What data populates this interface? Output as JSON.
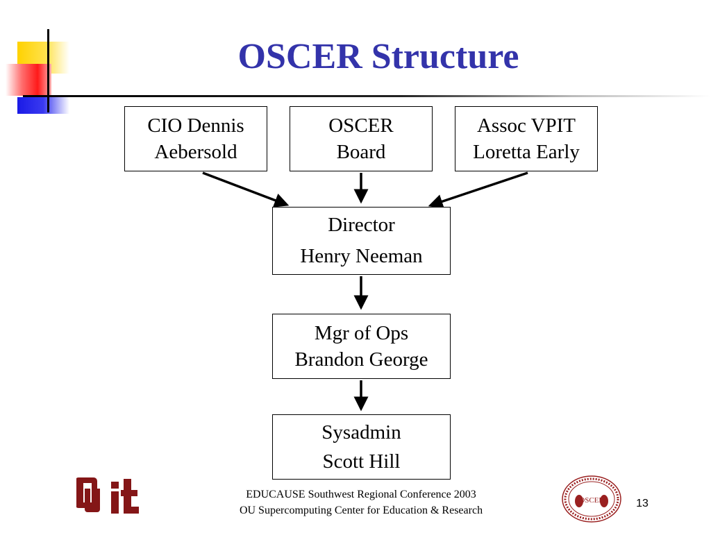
{
  "title": "OSCER Structure",
  "nodes": {
    "cio": {
      "line1": "CIO Dennis",
      "line2": "Aebersold"
    },
    "board": {
      "line1": "OSCER",
      "line2": "Board"
    },
    "vpit": {
      "line1": "Assoc VPIT",
      "line2": "Loretta Early"
    },
    "director": {
      "line1": "Director",
      "line2": "Henry Neeman"
    },
    "ops": {
      "line1": "Mgr of Ops",
      "line2": "Brandon George"
    },
    "sysadmin": {
      "line1": "Sysadmin",
      "line2": "Scott Hill"
    }
  },
  "edges": [
    {
      "from": "cio",
      "to": "director"
    },
    {
      "from": "board",
      "to": "director"
    },
    {
      "from": "vpit",
      "to": "director"
    },
    {
      "from": "director",
      "to": "ops"
    },
    {
      "from": "ops",
      "to": "sysadmin"
    }
  ],
  "footer": {
    "line1": "EDUCAUSE Southwest Regional Conference 2003",
    "line2": "OU Supercomputing Center for Education & Research"
  },
  "page_number": "13",
  "logos": {
    "ou_it": {
      "icon": "ou-it-logo",
      "text": "OU it",
      "color": "#841617"
    },
    "seal": {
      "icon": "oscer-seal",
      "text": "OSCER",
      "ring_text": "SUPERCOMPUTING CENTER for EDUCATION & RESEARCH"
    }
  },
  "colors": {
    "title": "#3333aa",
    "accent_red": "#ff1a1a",
    "accent_yellow": "#ffd200",
    "accent_blue": "#1a1ae6"
  }
}
